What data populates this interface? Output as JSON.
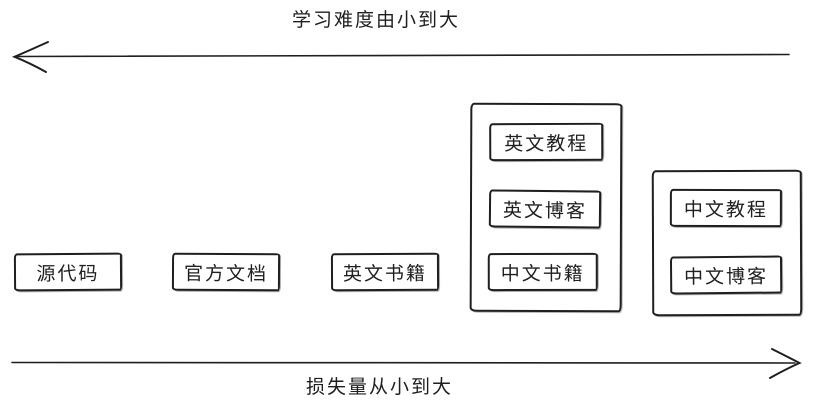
{
  "diagram": {
    "axes": {
      "top": {
        "label": "学习难度由小到大",
        "direction": "left"
      },
      "bottom": {
        "label": "损失量从小到大",
        "direction": "right"
      }
    },
    "nodes": [
      {
        "key": "source-code",
        "label": "源代码"
      },
      {
        "key": "official-docs",
        "label": "官方文档"
      },
      {
        "key": "english-books",
        "label": "英文书籍"
      }
    ],
    "groups": [
      {
        "key": "english-resources-group",
        "items": [
          {
            "label": "英文教程"
          },
          {
            "label": "英文博客"
          },
          {
            "label": "中文书籍"
          }
        ]
      },
      {
        "key": "chinese-resources-group",
        "items": [
          {
            "label": "中文教程"
          },
          {
            "label": "中文博客"
          }
        ]
      }
    ],
    "colors": {
      "stroke": "#1f1f1f",
      "background": "#ffffff"
    }
  }
}
